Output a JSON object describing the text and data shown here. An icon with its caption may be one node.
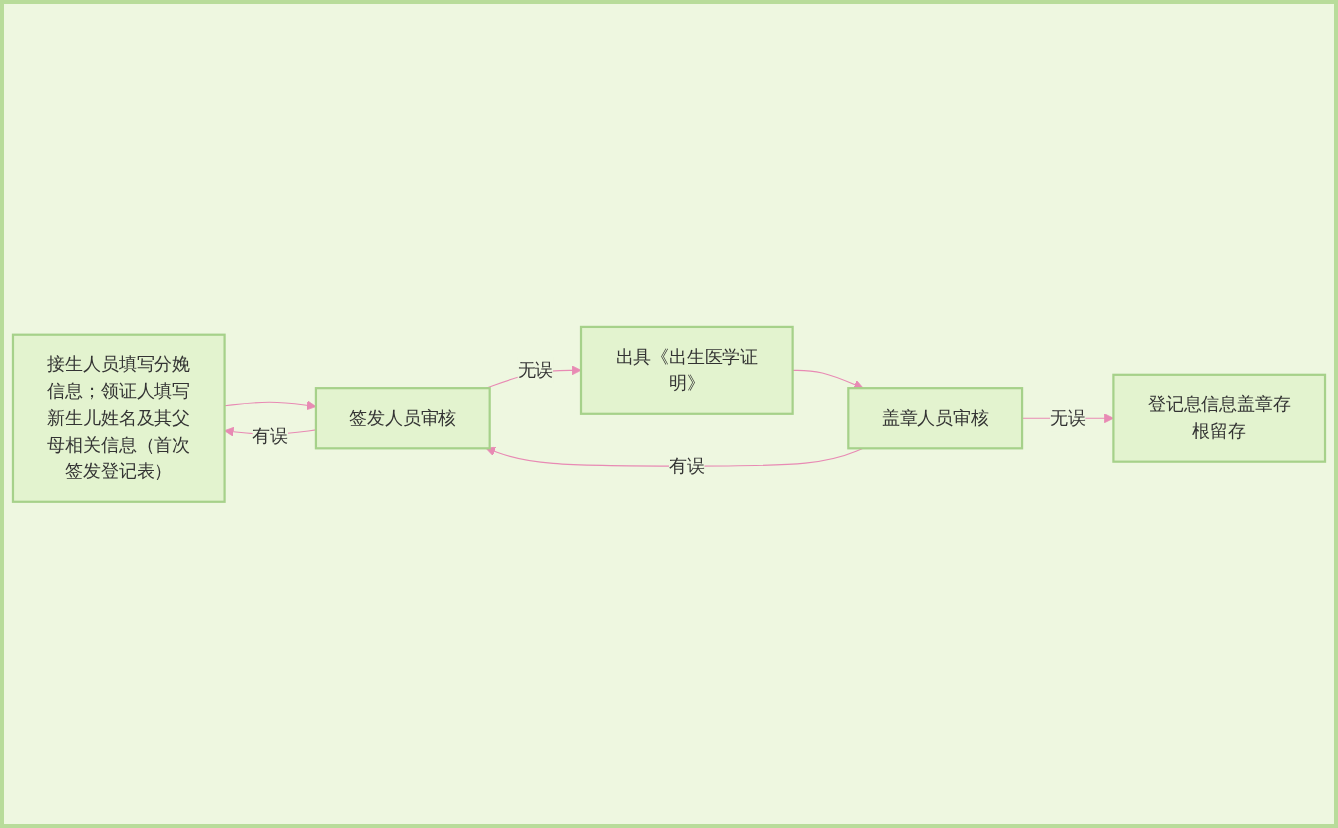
{
  "diagram": {
    "nodes": [
      {
        "text": [
          "接生人员填写分娩信息；领证人填写新生儿姓名及其父母相关信息（首次签发登记表）"
        ]
      },
      {
        "text": [
          "签发人员审核"
        ]
      },
      {
        "text": [
          "出具《出生医学证明》"
        ]
      },
      {
        "text": [
          "盖章人员审核"
        ]
      },
      {
        "text": [
          "登记息信息盖章存根留存"
        ]
      }
    ],
    "edges": [
      {
        "from": 0,
        "to": 1,
        "arrow": "to"
      },
      {
        "from": 1,
        "to": 0,
        "arrow": "to",
        "label": "有误"
      },
      {
        "from": 1,
        "to": 2,
        "arrow": "to",
        "label": "无误"
      },
      {
        "from": 2,
        "to": 3,
        "arrow": "to"
      },
      {
        "from": 3,
        "to": 4,
        "arrow": "to",
        "label": "无误"
      },
      {
        "from": 3,
        "to": 1,
        "arrow": "to",
        "label": "有误"
      }
    ]
  }
}
